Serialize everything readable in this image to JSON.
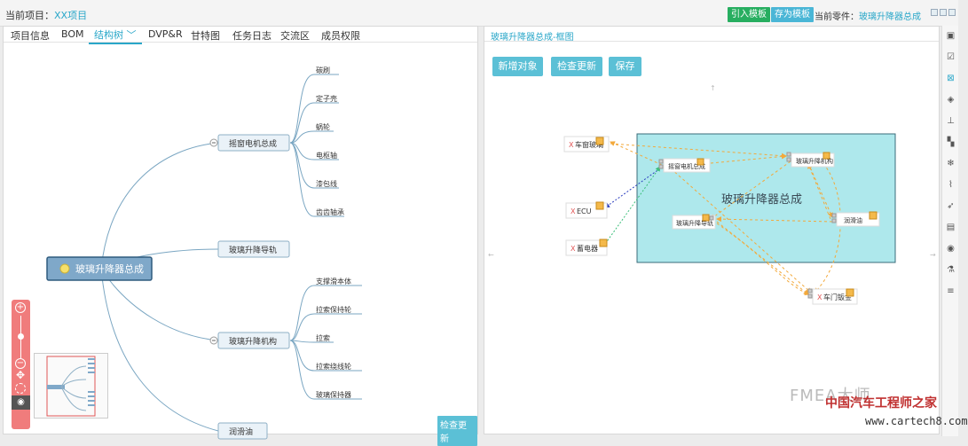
{
  "topbar": {
    "project_label": "当前项目：",
    "project_value": "XX项目",
    "import_button": "引入模板",
    "saveas_button": "存为模板",
    "part_label": "当前零件：",
    "part_value": "玻璃升降器总成"
  },
  "tabs": [
    {
      "label": "项目信息"
    },
    {
      "label": "BOM"
    },
    {
      "label": "结构树 ﹀"
    },
    {
      "label": "DVP&R"
    },
    {
      "label": "甘特图"
    },
    {
      "label": "任务日志"
    },
    {
      "label": "交流区"
    },
    {
      "label": "成员权限"
    }
  ],
  "mindmap": {
    "root": "玻璃升降器总成",
    "branches": [
      {
        "label": "摇窗电机总成",
        "children": [
          "碳刷",
          "定子壳",
          "蜗轮",
          "电枢轴",
          "漆包线",
          "齿齿轴承"
        ]
      },
      {
        "label": "玻璃升降导轨",
        "children": []
      },
      {
        "label": "玻璃升降机构",
        "children": [
          "支撑滑本体",
          "拉索保持轮",
          "拉索",
          "拉索绕线轮",
          "玻璃保持器"
        ]
      },
      {
        "label": "润滑油",
        "children": []
      }
    ]
  },
  "left_check_button": "检查更新",
  "right": {
    "title": "玻璃升降器总成-框图",
    "add_button": "新增对象",
    "check_button": "检查更新",
    "save_button": "保存",
    "system_label": "玻璃升降器总成",
    "nodes": {
      "window_glass": {
        "mark": "X",
        "label": "车窗玻璃"
      },
      "ecu": {
        "mark": "X",
        "label": "ECU"
      },
      "battery": {
        "mark": "X",
        "label": "蓄电器"
      },
      "door_panel": {
        "mark": "X",
        "label": "车门钣金"
      },
      "motor": {
        "label": "摇窗电机总成"
      },
      "mechanism": {
        "label": "玻璃升降机构"
      },
      "guide": {
        "label": "玻璃升降导轨"
      },
      "oil": {
        "label": "润滑油"
      }
    }
  },
  "watermark": {
    "line1": "FMEA大师",
    "line2": "中国汽车工程师之家",
    "line3": "www.cartech8.com"
  },
  "colors": {
    "accent": "#2aa7c9",
    "button": "#5bc0d6",
    "green": "#27ae60",
    "system_fill": "#aee8ec",
    "root_fill": "#7fa8c9",
    "arrow": "#f3a93b",
    "zoom_bar": "#f07c7c"
  }
}
